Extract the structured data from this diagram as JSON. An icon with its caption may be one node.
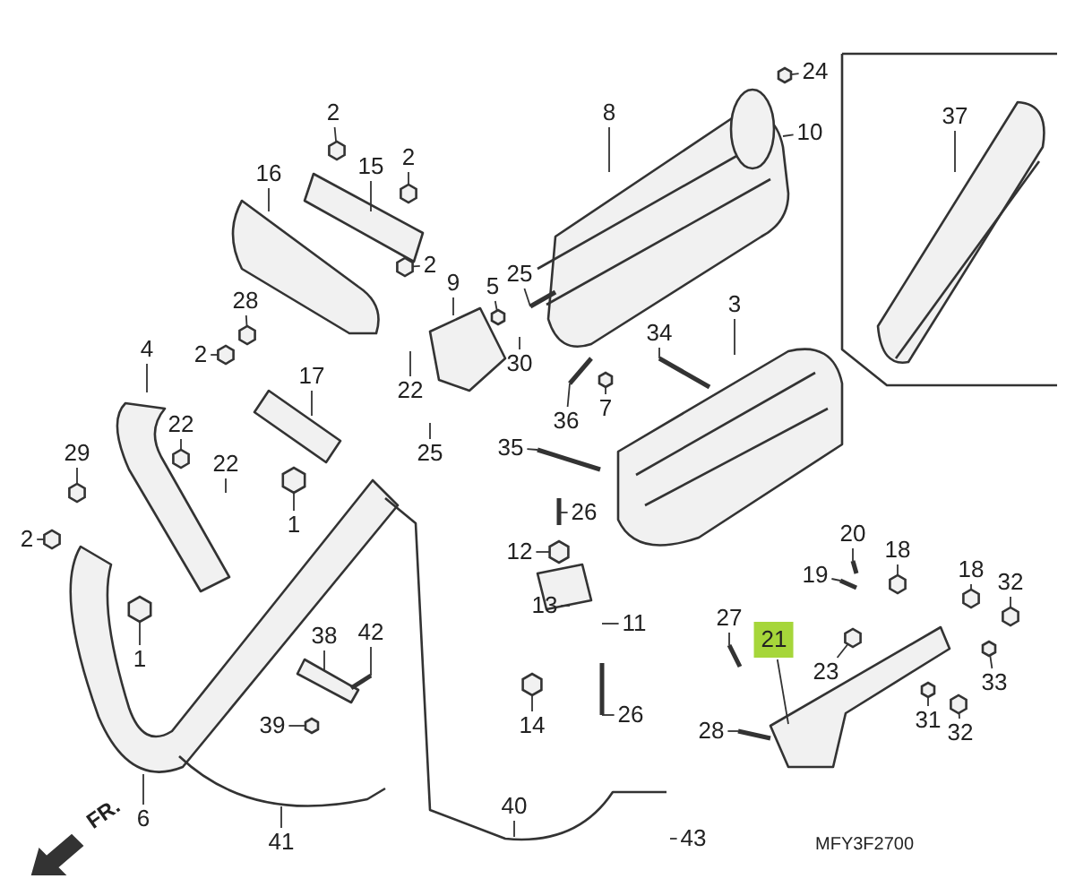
{
  "diagram": {
    "nodes": [
      {
        "text": [
          "2"
        ]
      },
      {
        "text": [
          "24"
        ]
      },
      {
        "text": [
          "8"
        ]
      },
      {
        "text": [
          "37"
        ]
      },
      {
        "text": [
          "10"
        ]
      },
      {
        "text": [
          "15"
        ]
      },
      {
        "text": [
          "2"
        ]
      },
      {
        "text": [
          "16"
        ]
      },
      {
        "text": [
          "2"
        ]
      },
      {
        "text": [
          "9"
        ]
      },
      {
        "text": [
          "5"
        ]
      },
      {
        "text": [
          "25"
        ]
      },
      {
        "text": [
          "28"
        ]
      },
      {
        "text": [
          "3"
        ]
      },
      {
        "text": [
          "34"
        ]
      },
      {
        "text": [
          "2"
        ]
      },
      {
        "text": [
          "4"
        ]
      },
      {
        "text": [
          "30"
        ]
      },
      {
        "text": [
          "17"
        ]
      },
      {
        "text": [
          "22"
        ]
      },
      {
        "text": [
          "7"
        ]
      },
      {
        "text": [
          "36"
        ]
      },
      {
        "text": [
          "22"
        ]
      },
      {
        "text": [
          "29"
        ]
      },
      {
        "text": [
          "25"
        ]
      },
      {
        "text": [
          "35"
        ]
      },
      {
        "text": [
          "22"
        ]
      },
      {
        "text": [
          "26"
        ]
      },
      {
        "text": [
          "1"
        ]
      },
      {
        "text": [
          "20"
        ]
      },
      {
        "text": [
          "2"
        ]
      },
      {
        "text": [
          "12"
        ]
      },
      {
        "text": [
          "18"
        ]
      },
      {
        "text": [
          "18"
        ]
      },
      {
        "text": [
          "19"
        ]
      },
      {
        "text": [
          "32"
        ]
      },
      {
        "text": [
          "13"
        ]
      },
      {
        "text": [
          "27"
        ]
      },
      {
        "text": [
          "11"
        ]
      },
      {
        "text": [
          "42"
        ]
      },
      {
        "text": [
          "38"
        ]
      },
      {
        "text": [
          "21"
        ]
      },
      {
        "text": [
          "1"
        ]
      },
      {
        "text": [
          "23"
        ]
      },
      {
        "text": [
          "33"
        ]
      },
      {
        "text": [
          "26"
        ]
      },
      {
        "text": [
          "31"
        ]
      },
      {
        "text": [
          "14"
        ]
      },
      {
        "text": [
          "32"
        ]
      },
      {
        "text": [
          "39"
        ]
      },
      {
        "text": [
          "28"
        ]
      },
      {
        "text": [
          "40"
        ]
      },
      {
        "text": [
          "6"
        ]
      },
      {
        "text": [
          "43"
        ]
      },
      {
        "text": [
          "41"
        ]
      },
      {
        "text": [],
        "shape": "hexagon"
      },
      {
        "text": [],
        "shape": "hexagon"
      },
      {
        "text": [],
        "shape": "hexagon"
      },
      {
        "text": [],
        "shape": "hexagon"
      },
      {
        "text": [],
        "shape": "hexagon"
      },
      {
        "text": [],
        "shape": "hexagon"
      },
      {
        "text": [],
        "shape": "hexagon"
      },
      {
        "text": [],
        "shape": "hexagon"
      },
      {
        "text": [],
        "shape": "hexagon"
      },
      {
        "text": [],
        "shape": "hexagon"
      },
      {
        "text": [],
        "shape": "hexagon"
      },
      {
        "text": [],
        "shape": "hexagon"
      },
      {
        "text": [],
        "shape": "hexagon"
      },
      {
        "text": [],
        "shape": "hexagon"
      },
      {
        "text": [],
        "shape": "hexagon"
      },
      {
        "text": [],
        "shape": "hexagon"
      },
      {
        "text": [],
        "shape": "hexagon"
      },
      {
        "text": [],
        "shape": "hexagon"
      },
      {
        "text": [],
        "shape": "hexagon"
      },
      {
        "text": [],
        "shape": "hexagon"
      },
      {
        "text": [],
        "shape": "hexagon"
      },
      {
        "text": [],
        "shape": "hexagon"
      },
      {
        "text": [],
        "shape": "hexagon"
      }
    ],
    "edges": [
      {
        "from": 0,
        "to": 56,
        "arrow": "none"
      },
      {
        "from": 1,
        "to": 55,
        "arrow": "none"
      },
      {
        "from": 2,
        "to": null,
        "arrow": "none"
      },
      {
        "from": 3,
        "to": null,
        "arrow": "none"
      },
      {
        "from": 4,
        "to": null,
        "arrow": "none"
      },
      {
        "from": 5,
        "to": null,
        "arrow": "none"
      },
      {
        "from": 6,
        "to": 57,
        "arrow": "none"
      },
      {
        "from": 7,
        "to": null,
        "arrow": "none"
      },
      {
        "from": 8,
        "to": 58,
        "arrow": "none"
      },
      {
        "from": 9,
        "to": null,
        "arrow": "none"
      },
      {
        "from": 10,
        "to": 59,
        "arrow": "none"
      },
      {
        "from": 11,
        "to": null,
        "arrow": "none"
      },
      {
        "from": 12,
        "to": 60,
        "arrow": "none"
      },
      {
        "from": 13,
        "to": null,
        "arrow": "none"
      },
      {
        "from": 14,
        "to": null,
        "arrow": "none"
      },
      {
        "from": 15,
        "to": 61,
        "arrow": "none"
      },
      {
        "from": 16,
        "to": null,
        "arrow": "none"
      },
      {
        "from": 17,
        "to": null,
        "arrow": "none"
      },
      {
        "from": 18,
        "to": null,
        "arrow": "none"
      },
      {
        "from": 19,
        "to": null,
        "arrow": "none"
      },
      {
        "from": 20,
        "to": 62,
        "arrow": "none"
      },
      {
        "from": 21,
        "to": null,
        "arrow": "none"
      },
      {
        "from": 22,
        "to": 63,
        "arrow": "none"
      },
      {
        "from": 23,
        "to": 64,
        "arrow": "none"
      },
      {
        "from": 24,
        "to": null,
        "arrow": "none"
      },
      {
        "from": 25,
        "to": null,
        "arrow": "none"
      },
      {
        "from": 26,
        "to": null,
        "arrow": "none"
      },
      {
        "from": 27,
        "to": null,
        "arrow": "none"
      },
      {
        "from": 28,
        "to": 65,
        "arrow": "none"
      },
      {
        "from": 29,
        "to": null,
        "arrow": "none"
      },
      {
        "from": 30,
        "to": 66,
        "arrow": "none"
      },
      {
        "from": 31,
        "to": 67,
        "arrow": "none"
      },
      {
        "from": 32,
        "to": 68,
        "arrow": "none"
      },
      {
        "from": 33,
        "to": 69,
        "arrow": "none"
      },
      {
        "from": 34,
        "to": null,
        "arrow": "none"
      },
      {
        "from": 35,
        "to": 71,
        "arrow": "none"
      },
      {
        "from": 36,
        "to": null,
        "arrow": "none"
      },
      {
        "from": 37,
        "to": null,
        "arrow": "none"
      },
      {
        "from": 38,
        "to": null,
        "arrow": "none"
      },
      {
        "from": 39,
        "to": null,
        "arrow": "none"
      },
      {
        "from": 40,
        "to": null,
        "arrow": "none"
      },
      {
        "from": 41,
        "to": null,
        "arrow": "none"
      },
      {
        "from": 42,
        "to": 70,
        "arrow": "none"
      },
      {
        "from": 43,
        "to": 72,
        "arrow": "none"
      },
      {
        "from": 44,
        "to": 73,
        "arrow": "none"
      },
      {
        "from": 45,
        "to": null,
        "arrow": "none"
      },
      {
        "from": 46,
        "to": 75,
        "arrow": "none"
      },
      {
        "from": 47,
        "to": 74,
        "arrow": "none"
      },
      {
        "from": 48,
        "to": 76,
        "arrow": "none"
      },
      {
        "from": 49,
        "to": 77,
        "arrow": "none"
      },
      {
        "from": 50,
        "to": null,
        "arrow": "none"
      },
      {
        "from": 51,
        "to": null,
        "arrow": "none"
      },
      {
        "from": 52,
        "to": null,
        "arrow": "none"
      },
      {
        "from": 53,
        "to": null,
        "arrow": "none"
      },
      {
        "from": 54,
        "to": null,
        "arrow": "none"
      }
    ],
    "labels": [
      "FR.",
      "MFY3F2700"
    ]
  }
}
